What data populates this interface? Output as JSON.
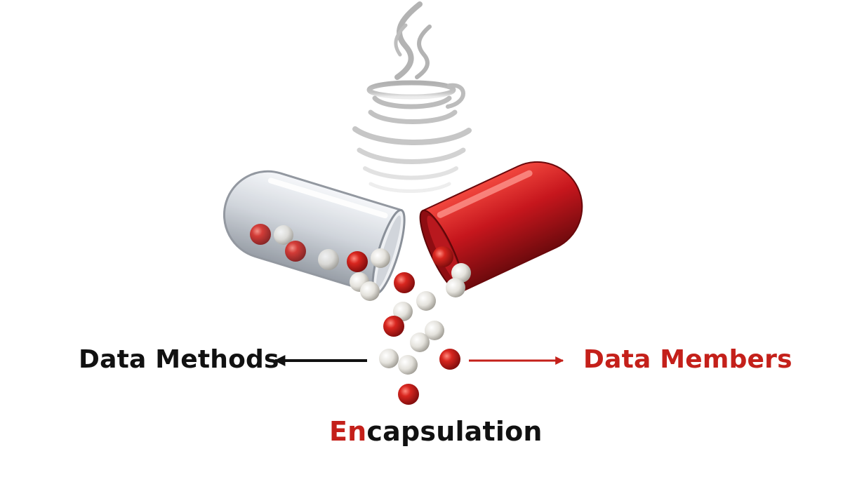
{
  "labels": {
    "data_methods": "Data Methods",
    "data_members": "Data Members",
    "encapsulation_prefix": "En",
    "encapsulation_rest": "capsulation"
  },
  "colors": {
    "accent_red": "#c4201a",
    "text_dark": "#111111",
    "capsule_red": "#b5121b",
    "capsule_clear": "#d9dde3",
    "logo_gray": "#b9b9b9",
    "background": "#ffffff"
  },
  "icons": {
    "logo": "java-coffee-cup-logo",
    "left_capsule": "clear-capsule-half",
    "right_capsule": "red-capsule-half",
    "left_arrow": "arrow-left",
    "right_arrow": "arrow-right"
  }
}
